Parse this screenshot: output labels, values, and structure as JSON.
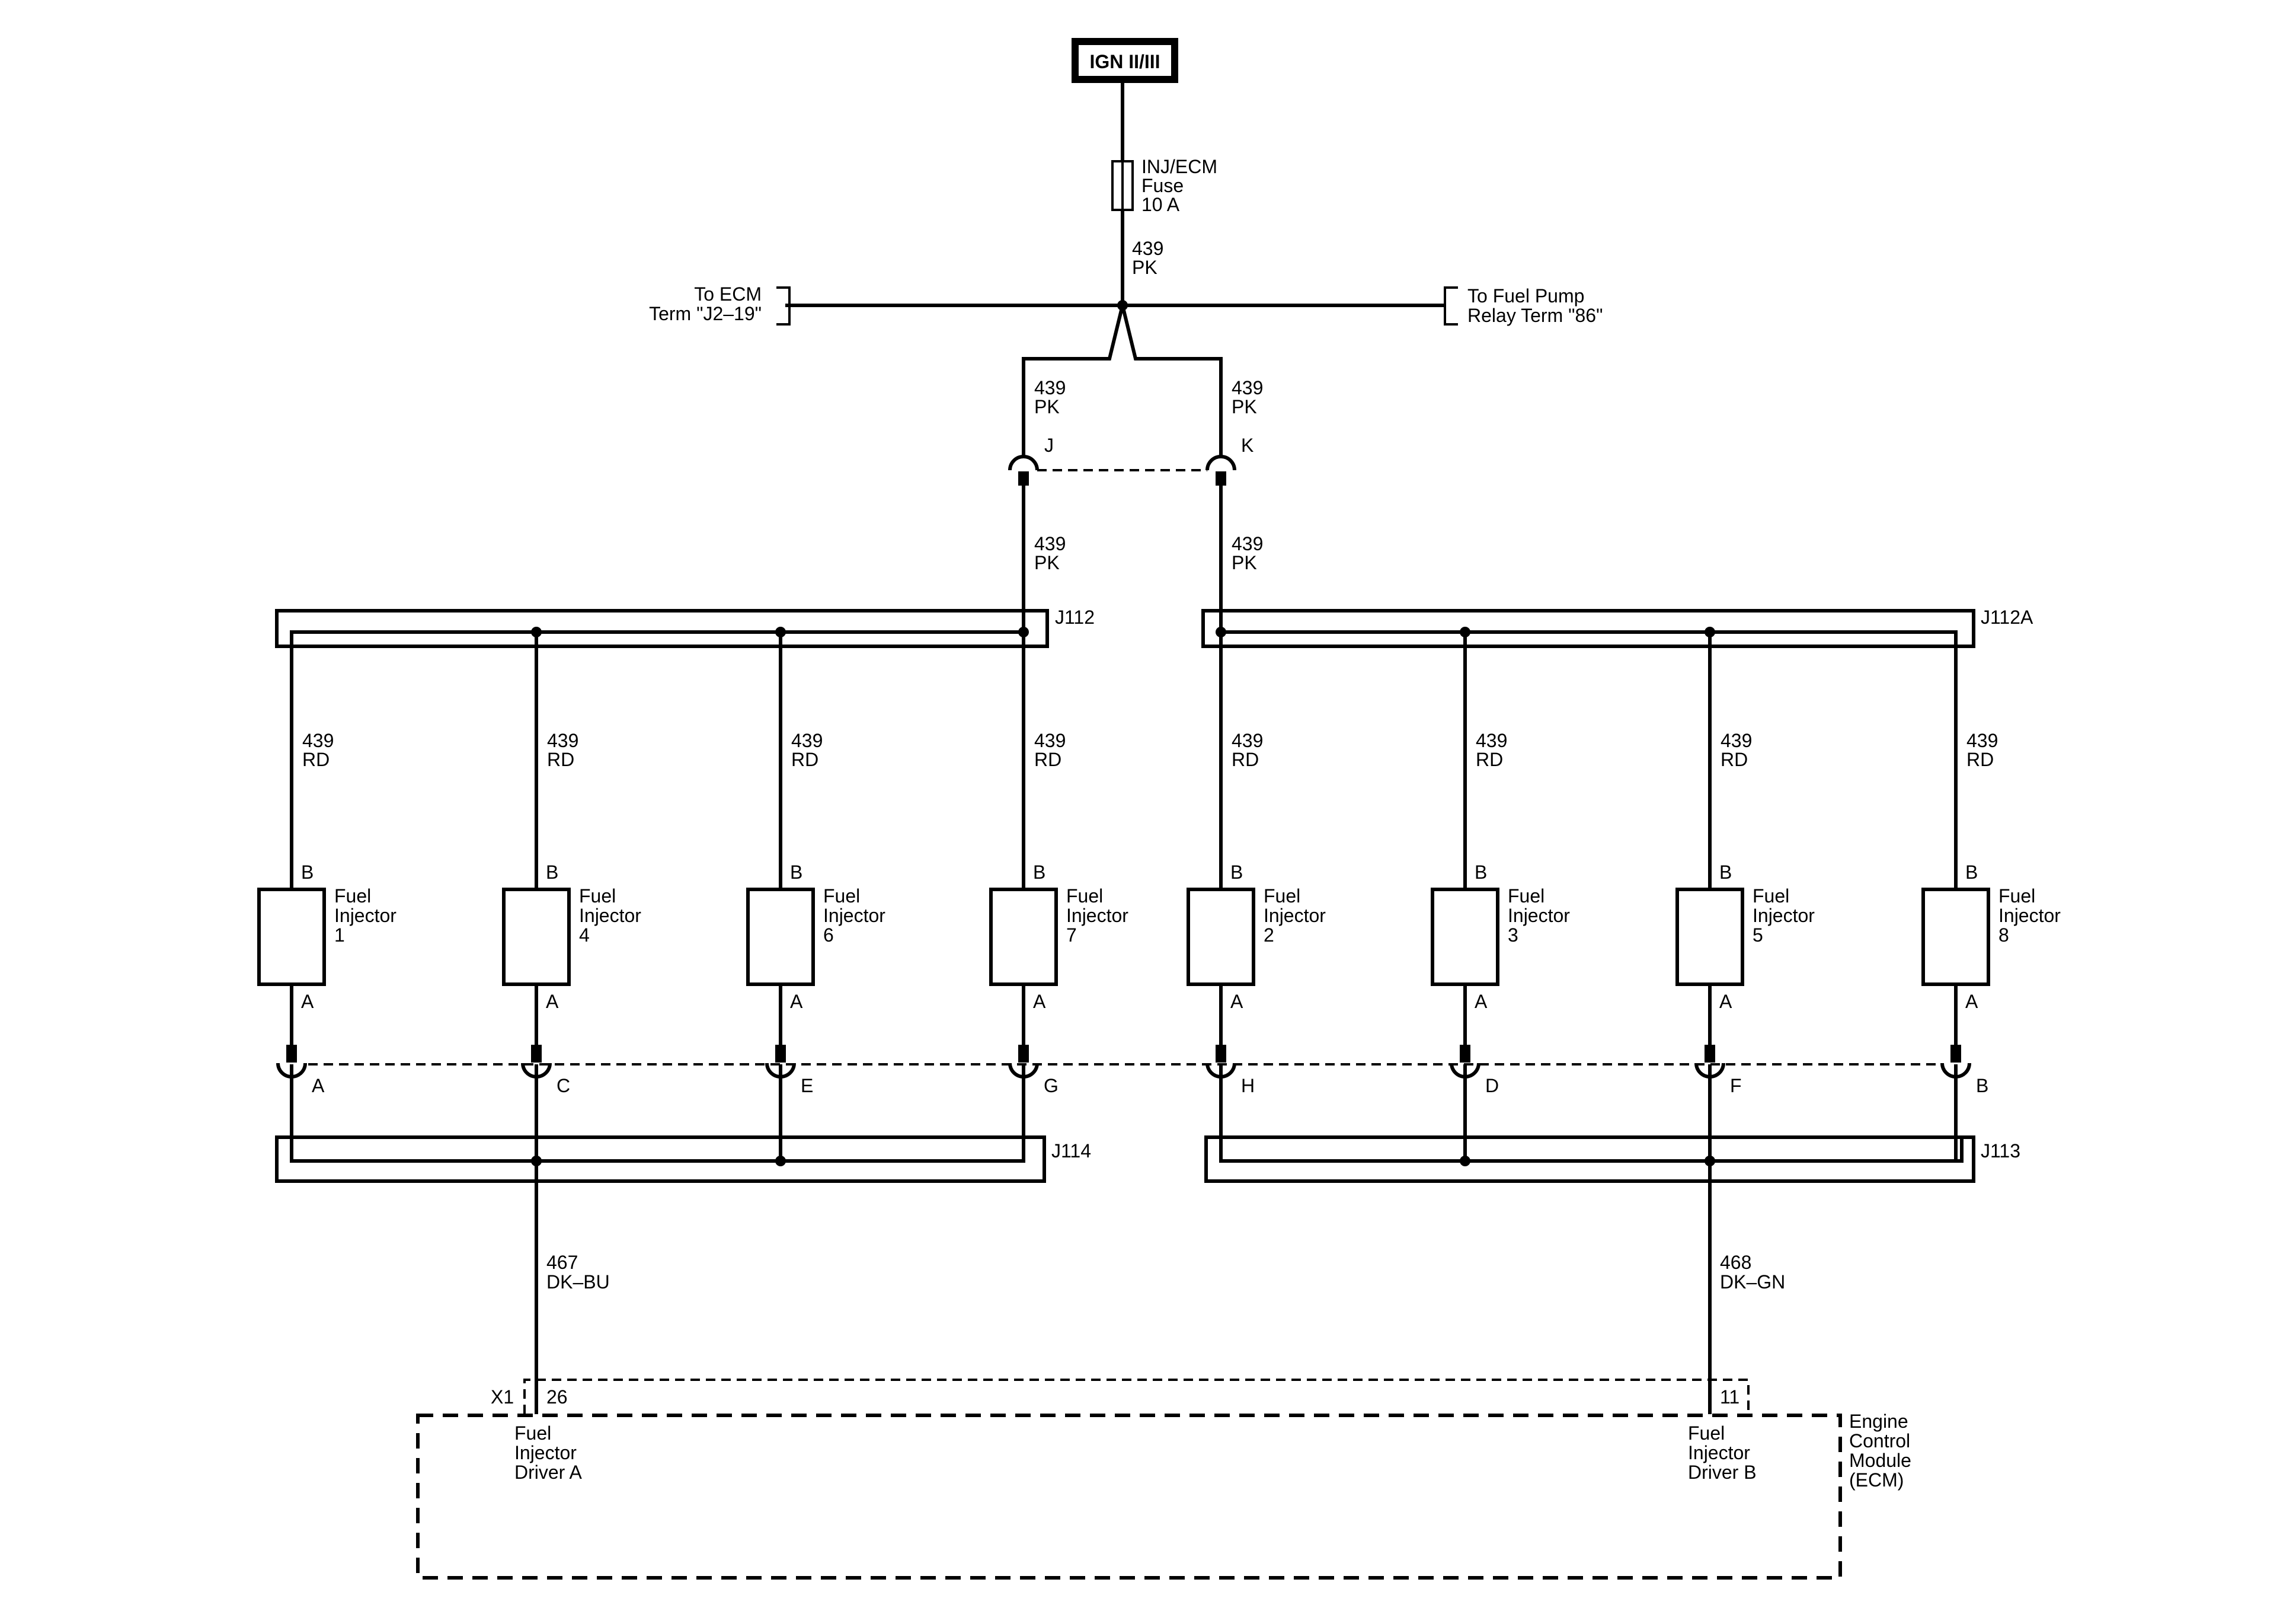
{
  "power": {
    "source_label": "IGN II/III"
  },
  "fuse": {
    "line1": "INJ/ECM",
    "line2": "Fuse",
    "line3": "10 A"
  },
  "feed_wire": {
    "circuit": "439",
    "color": "PK"
  },
  "branches": {
    "left_text": [
      "To ECM",
      "Term \"J2–19\""
    ],
    "right_text": [
      "To Fuel Pump",
      "Relay Term \"86\""
    ]
  },
  "connector_jk": {
    "pin_left": "J",
    "pin_right": "K",
    "wire_above": {
      "circuit": "439",
      "color": "PK"
    },
    "wire_below": {
      "circuit": "439",
      "color": "PK"
    }
  },
  "splice_top": {
    "left": "J112",
    "right": "J112A"
  },
  "splice_bottom": {
    "left": "J114",
    "right": "J113"
  },
  "injectors": [
    {
      "name_line1": "Fuel",
      "name_line2": "Injector",
      "number": "1",
      "pin_top": "B",
      "pin_bottom": "A",
      "conn_pin": "A",
      "circuit": "439",
      "color": "RD"
    },
    {
      "name_line1": "Fuel",
      "name_line2": "Injector",
      "number": "4",
      "pin_top": "B",
      "pin_bottom": "A",
      "conn_pin": "C",
      "circuit": "439",
      "color": "RD"
    },
    {
      "name_line1": "Fuel",
      "name_line2": "Injector",
      "number": "6",
      "pin_top": "B",
      "pin_bottom": "A",
      "conn_pin": "E",
      "circuit": "439",
      "color": "RD"
    },
    {
      "name_line1": "Fuel",
      "name_line2": "Injector",
      "number": "7",
      "pin_top": "B",
      "pin_bottom": "A",
      "conn_pin": "G",
      "circuit": "439",
      "color": "RD"
    },
    {
      "name_line1": "Fuel",
      "name_line2": "Injector",
      "number": "2",
      "pin_top": "B",
      "pin_bottom": "A",
      "conn_pin": "H",
      "circuit": "439",
      "color": "RD"
    },
    {
      "name_line1": "Fuel",
      "name_line2": "Injector",
      "number": "3",
      "pin_top": "B",
      "pin_bottom": "A",
      "conn_pin": "D",
      "circuit": "439",
      "color": "RD"
    },
    {
      "name_line1": "Fuel",
      "name_line2": "Injector",
      "number": "5",
      "pin_top": "B",
      "pin_bottom": "A",
      "conn_pin": "F",
      "circuit": "439",
      "color": "RD"
    },
    {
      "name_line1": "Fuel",
      "name_line2": "Injector",
      "number": "8",
      "pin_top": "B",
      "pin_bottom": "A",
      "conn_pin": "B",
      "circuit": "439",
      "color": "RD"
    }
  ],
  "driver_wires": [
    {
      "circuit": "467",
      "color": "DK–BU",
      "pin": "26"
    },
    {
      "circuit": "468",
      "color": "DK–GN",
      "pin": "11"
    }
  ],
  "ecm": {
    "connector": "X1",
    "title": [
      "Engine",
      "Control",
      "Module",
      "(ECM)"
    ],
    "driver_a": [
      "Fuel",
      "Injector",
      "Driver A"
    ],
    "driver_b": [
      "Fuel",
      "Injector",
      "Driver B"
    ]
  }
}
